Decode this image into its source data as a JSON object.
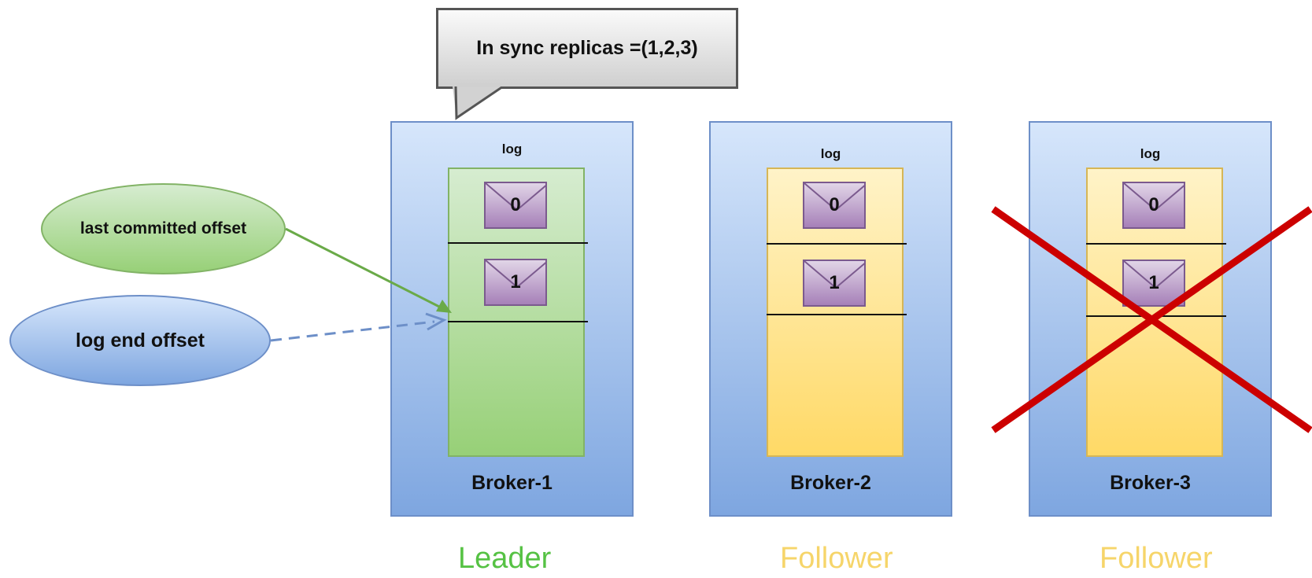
{
  "bubble": {
    "text": "In sync replicas =(1,2,3)"
  },
  "ellipses": {
    "committed": "last committed offset",
    "end": "log end offset"
  },
  "brokers": [
    {
      "name": "Broker-1",
      "log_label": "log",
      "messages": [
        "0",
        "1"
      ],
      "role": "Leader",
      "state": "in-sync"
    },
    {
      "name": "Broker-2",
      "log_label": "log",
      "messages": [
        "0",
        "1"
      ],
      "role": "Follower",
      "state": "in-sync"
    },
    {
      "name": "Broker-3",
      "log_label": "log",
      "messages": [
        "0",
        "1"
      ],
      "role": "Follower",
      "state": "failed"
    }
  ],
  "colors": {
    "leader": "#56c244",
    "follower": "#f6d56a",
    "cross": "#cc0000",
    "committed_arrow": "#6aaa48",
    "end_arrow": "#6d8fc8"
  }
}
